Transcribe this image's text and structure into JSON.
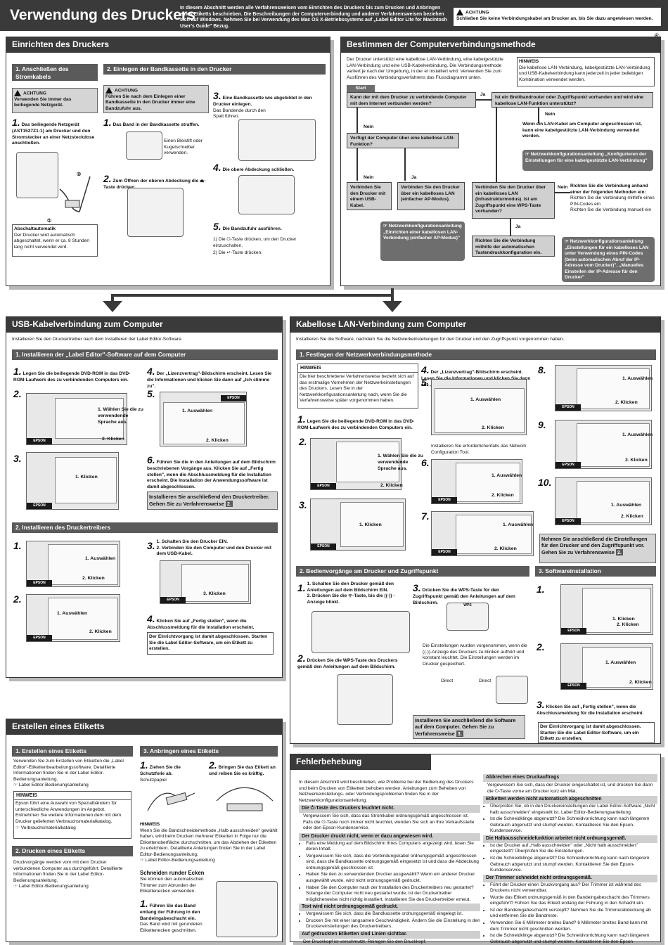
{
  "header": {
    "title": "Verwendung des Druckers",
    "intro": "In diesem Abschnitt werden alle Verfahrensweisen vom Einrichten des Druckers bis zum Drucken und Anbringen eines Etiketts beschrieben. Die Beschreibungen der Computerverbindung und anderer Verfahrensweisen beziehen sich auf Windows. Nehmen Sie bei Verwendung des Mac OS X-Betriebssystems auf „Label Editor Lite for Macintosh User's Guide\" Bezug.",
    "warning_title": "ACHTUNG",
    "warning_text": "Schließen Sie keine Verbindungskabel am Drucker an, bis Sie dazu angewiesen werden.",
    "page_marker": "⑥"
  },
  "setup": {
    "title": "Einrichten des Druckers",
    "sub1": "1. Anschließen des Stromkabels",
    "sub1_warn_title": "ACHTUNG",
    "sub1_warn_text": "Verwenden Sie immer das beiliegende Netzgerät.",
    "sub1_step": "Das beiliegende Netzgerät (AST1527Z1-1) am Drucker und den Stromstecker an einer Netzsteckdose anschließen.",
    "sub1_num": "1.",
    "callout_1": "①",
    "callout_2": "②",
    "auto_off_title": "Abschaltautomatik",
    "auto_off_text": "Der Drucker wird automatisch abgeschaltet, wenn er ca. 8 Stunden lang nicht verwendet wird.",
    "sub2": "2. Einlegen der Bandkassette in den Drucker",
    "sub2_warn_title": "ACHTUNG",
    "sub2_warn_text": "Führen Sie nach dem Einlegen einer Bandkassette in den Drucker immer eine Bandzufuhr aus.",
    "s1_num": "1.",
    "s1": "Das Band in der Bandkassette straffen.",
    "s1_note": "Einen Bleistift oder Kugelschreiber verwenden.",
    "s2_num": "2.",
    "s2": "Zum Öffnen der oberen Abdeckung die ⏏-Taste drücken.",
    "s3_num": "3.",
    "s3": "Eine Bandkassette wie abgebildet in den Drucker einlegen.",
    "s3_note": "Das Bandende durch den Spalt führen.",
    "s4_num": "4.",
    "s4": "Die obere Abdeckung schließen.",
    "s5_num": "5.",
    "s5": "Die Bandzufuhr ausführen.",
    "s5_1": "1) Die ⏻-Taste drücken, um den Drucker einzuschalten.",
    "s5_2": "2) Die ↵-Taste drücken."
  },
  "connect": {
    "title": "Bestimmen der Computerverbindungsmethode",
    "intro": "Der Drucker unterstützt eine kabellose LAN-Verbindung, eine kabelgestützte LAN-Verbindung und eine USB-Kabelverbindung. Die Verbindungsmethode variiert je nach der Umgebung, in der er installiert wird. Verwenden Sie zum Ausführen des Verbindungsverfahrens das Flussdiagramm unten.",
    "hint_title": "HINWEIS",
    "hint_text": "Die kabellose LAN-Verbindung, kabelgestützte LAN-Verbindung und USB-Kabelverbindung kann jederzeit in jeder beliebigen Kombination verwendet werden.",
    "start": "Start",
    "q1": "Kann der mit dem Drucker zu verbindende Computer mit dem Internet verbunden werden?",
    "ja1": "Ja",
    "q2": "Ist ein Breitbandrouter oder Zugriffspunkt vorhanden und wird eine kabellose LAN-Funktion unterstützt?",
    "nein1": "Nein",
    "q3": "Verfügt der Computer über eine kabellose LAN-Funktion?",
    "nein2": "Nein",
    "lan_wired": "Wenn ein LAN-Kabel am Computer angeschlossen ist, kann eine kabelgestützte LAN-Verbindung verwendet werden.",
    "ref_wired": "Netzwerkkonfigurationsanleitung „Konfigurieren der Einstellungen für eine kabelgestützte LAN-Verbindung\"",
    "nein3": "Nein",
    "ja2": "Ja",
    "usb": "Verbinden Sie den Drucker mit einem USB-Kabel.",
    "ap_mode": "Verbinden Sie den Drucker über ein kabelloses LAN (einfacher AP-Modus).",
    "ref_ap": "Netzwerkkonfigurationsanleitung „Einrichten einer kabellosen LAN-Verbindung (einfacher AP-Modus)\"",
    "infra": "Verbinden Sie den Drucker über ein kabelloses LAN (Infrastrukturmodus). Ist am Zugriffspunkt eine WPS-Taste vorhanden?",
    "nein4": "Nein",
    "manual": "Richten Sie die Verbindung anhand einer der folgenden Methoden ein:",
    "manual_1": "Richten Sie die Verbindung mithilfe eines PIN-Codes ein",
    "manual_2": "Richten Sie die Verbindung manuell ein",
    "ja3": "Ja",
    "wps": "Richten Sie die Verbindung mithilfe der automatischen Tastendruckkonfiguration ein.",
    "ref_pin": "Netzwerkkonfigurationsanleitung „Einstellungen für ein kabelloses LAN unter Verwendung eines PIN-Codes (beim automatischen Abruf der IP-Adresse vom Drucker)\", „Manuelles Einstellen der IP-Adresse für den Drucker\""
  },
  "usb": {
    "title": "USB-Kabelverbindung zum Computer",
    "intro": "Installieren Sie den Druckertreiber nach dem Installieren der Label Editor-Software.",
    "sub1": "1. Installieren der „Label Editor\"-Software auf dem Computer",
    "s1_num": "1.",
    "s1": "Legen Sie die beiliegende DVD-ROM in das DVD-ROM-Laufwerk des zu verbindenden Computers ein.",
    "s2_num": "2.",
    "s2_c1": "1. Wählen Sie die zu verwendende Sprache aus.",
    "s2_c2": "2. Klicken",
    "s3_num": "3.",
    "s3_c1": "1. Klicken",
    "s4_num": "4.",
    "s4": "Der „Lizenzvertrag\"-Bildschirm erscheint. Lesen Sie die Informationen und klicken Sie dann auf „Ich stimme zu\".",
    "s5_num": "5.",
    "s5_c1": "1. Auswählen",
    "s5_c2": "2. Klicken",
    "s6_num": "6.",
    "s6": "Führen Sie die in den Anleitungen auf dem Bildschirm beschriebenen Vorgänge aus. Klicken Sie auf „Fertig stellen\", wenn die Abschlussmeldung für die Installation erscheint. Die Installation der Anwendungssoftware ist damit abgeschlossen.",
    "s6_box": "Installieren Sie anschließend den Druckertreiber. Gehen Sie zu Verfahrensweise",
    "s6_box_num": "2.",
    "sub2": "2. Installieren des Druckertreibers",
    "d1_num": "1.",
    "d1_c1": "1. Auswählen",
    "d1_c2": "2. Klicken",
    "d2_num": "2.",
    "d2_c1": "1. Auswählen",
    "d2_c2": "2. Klicken",
    "d3_num": "3.",
    "d3_1": "1. Schalten Sie den Drucker EIN.",
    "d3_2": "2. Verbinden Sie den Computer und den Drucker mit dem USB-Kabel.",
    "d3_c": "3. Klicken",
    "d4_num": "4.",
    "d4": "Klicken Sie auf „Fertig stellen\", wenn die Abschlussmeldung für die Installation erscheint.",
    "done": "Der Einrichtvorgang ist damit abgeschlossen. Starten Sie die Label Editor-Software, um ein Etikett zu erstellen."
  },
  "wlan": {
    "title": "Kabellose LAN-Verbindung zum Computer",
    "intro": "Installieren Sie die Software, nachdem Sie die Netzwerkeinstellungen für den Drucker und den Zugriffspunkt vorgenommen haben.",
    "sub1": "1. Festlegen der Netzwerkverbindungsmethode",
    "hint_title": "HINWEIS",
    "hint_text": "Die hier beschriebene Verfahrensweise bezieht sich auf das erstmalige Vornehmen der Netzwerkeinstellungen des Druckers. Lesen Sie in der Netzwerkkonfigurationsanleitung nach, wenn Sie die Verfahrensweise später vorgenommen haben.",
    "s1_num": "1.",
    "s1": "Legen Sie die beiliegende DVD-ROM in das DVD-ROM-Laufwerk des zu verbindenden Computers ein.",
    "s2_num": "2.",
    "s2_c1": "1. Wählen Sie die zu verwendende Sprache aus.",
    "s2_c2": "2. Klicken",
    "s3_num": "3.",
    "s3_c1": "1. Klicken",
    "s4_num": "4.",
    "s4": "Der „Lizenzvertrag\"-Bildschirm erscheint. Lesen Sie die Informationen und klicken Sie dann auf „Ich stimme zu\".",
    "s5_num": "5.",
    "s5_c1": "1. Auswählen",
    "s5_c2": "2. Klicken",
    "s5_note": "Installieren Sie erforderlichenfalls das Network Configuration Tool.",
    "s6_num": "6.",
    "s6_c1": "1. Auswählen",
    "s6_c2": "2. Klicken",
    "s7_num": "7.",
    "s7_c1": "1. Auswählen",
    "s7_c2": "2. Klicken",
    "s8_num": "8.",
    "s8_c1": "1. Auswählen",
    "s8_c2": "2. Klicken",
    "s9_num": "9.",
    "s9_c1": "1. Auswählen",
    "s9_c2": "2. Klicken",
    "s10_num": "10.",
    "s10_c1": "1. Auswählen",
    "s10_c2": "2. Klicken",
    "next_box": "Nehmen Sie anschließend die Einstellungen für den Drucker und den Zugriffspunkt vor. Gehen Sie zu Verfahrensweise",
    "next_box_num": "2.",
    "sub2": "2. Bedienvorgänge am Drucker und Zugriffspunkt",
    "o1_num": "1.",
    "o1_1": "1. Schalten Sie den Drucker gemäß den Anleitungen auf dem Bildschirm EIN.",
    "o1_2": "2. Drücken Sie die ᯤ-Taste, bis die ((·)) -Anzeige blinkt.",
    "o2_num": "2.",
    "o2": "Drücken Sie die WPS-Taste des Druckers gemäß den Anleitungen auf dem Bildschirm.",
    "o3_num": "3.",
    "o3": "Drücken Sie die WPS-Taste für den Zugriffspunkt gemäß den Anleitungen auf dem Bildschirm.",
    "o3_wps": "WPS",
    "o3_note": "Die Einstellungen wurden vorgenommen, wenn die ((·))-Anzeige des Druckers zu blinken aufhört und konstant leuchtet. Die Einstellungen werden im Drucker gespeichert.",
    "direct_1": "Direct",
    "direct_2": "Direct",
    "o_box": "Installieren Sie anschließend die Software auf dem Computer. Gehen Sie zu Verfahrensweise",
    "o_box_num": "3.",
    "sub3": "3. Softwareinstallation",
    "i1_num": "1.",
    "i1_c1": "1. Klicken",
    "i1_c2": "2. Klicken",
    "i2_num": "2.",
    "i2_c1": "1. Auswählen",
    "i2_c2": "2. Klicken",
    "i3_num": "3.",
    "i3": "Klicken Sie auf „Fertig stellen\", wenn die Abschlussmeldung für die Installation erscheint.",
    "done": "Der Einrichtvorgang ist damit abgeschlossen. Starten Sie die Label Editor-Software, um ein Etikett zu erstellen."
  },
  "label": {
    "title": "Erstellen eines Etiketts",
    "sub1": "1. Erstellen eines Etiketts",
    "sub1_text": "Verwenden Sie zum Erstellen von Etiketten die „Label Editor\"-Etikettenbearbeitungssoftware. Detaillierte Informationen finden Sie in der Label Editor-Bedienungsanleitung.",
    "sub1_ref": "Label Editor-Bedienungsanleitung",
    "hint_title": "HINWEIS",
    "hint_text": "Epson führt eine Auswahl von Spezialbändern für unterschiedliche Anwendungen im Angebot. Entnehmen Sie weitere Informationen dem mit dem Drucker gelieferten Verbrauchsmaterialkatalog.",
    "hint_ref": "Verbrauchsmaterialkatalog",
    "sub2": "2. Drucken eines Etiketts",
    "sub2_text": "Druckvorgänge werden vom mit dem Drucker verbundenen Computer aus durchgeführt. Detaillierte Informationen finden Sie in der Label Editor-Bedienungsanleitung.",
    "sub2_ref": "Label Editor-Bedienungsanleitung",
    "sub3": "3. Anbringen eines Etiketts",
    "a1_num": "1.",
    "a1": "Ziehen Sie die Schutzfolie ab.",
    "a1_note": "Schutzpapier",
    "a2_num": "2.",
    "a2": "Bringen Sie das Etikett an und reiben Sie es kräftig.",
    "hint2_title": "HINWEIS",
    "hint2_text": "Wenn Sie die Bandschneidemethode „Halb ausschneiden\" gewählt haben, wird beim Drucken mehrerer Etiketten in Folge nur die Etikettenoberfläche durchschnitten, um das Abziehen der Etiketten zu erleichtern. Detaillierte Anleitungen finden Sie in der Label Editor-Bedienungsanleitung.",
    "hint2_ref": "Label Editor-Bedienungsanleitung",
    "round_title": "Schneiden runder Ecken",
    "round_text": "Sie können den automatischen Trimmer zum Abrunden der Etikettenecken verwenden.",
    "round_num": "1.",
    "round_step": "Führen Sie das Band entlang der Führung in den Bandeingabeschacht ein.",
    "round_note": "Das Band wird mit gerundeten Etikettenecken geschnitten."
  },
  "trouble": {
    "title": "Fehlerbehebung",
    "intro": "In diesem Abschnitt wird beschrieben, wie Probleme bei der Bedienung des Druckers und beim Drucken von Etiketten behoben werden. Anleitungen zum Beheben von Netzwerkeinstellungs- oder Verbindungsproblemen finden Sie in der Netzwerkkonfigurationsanleitung.",
    "h1": "Die ⏻-Taste des Druckers leuchtet nicht.",
    "t1": "Vergewissern Sie sich, dass das Stromkabel ordnungsgemäß angeschlossen ist. Falls die ⏻-Taste noch immer nicht leuchtet, wenden Sie sich an Ihre Verkaufsstelle oder den Epson-Kundenservice.",
    "h2": "Der Drucker druckt nicht, wenn er dazu angewiesen wird.",
    "l2": [
      "Falls eine Meldung auf dem Bildschirm Ihres Computers angezeigt wird, lesen Sie deren Inhalt.",
      "Vergewissern Sie sich, dass die Verbindungskabel ordnungsgemäß angeschlossen sind, dass die Bandkassette ordnungsgemäß eingesetzt ist und dass die Abdeckung ordnungsgemäß geschlossen ist.",
      "Haben Sie den zu verwendenden Drucker ausgewählt? Wenn ein anderer Drucker ausgewählt wurde, wird nicht ordnungsgemäß gedruckt.",
      "Haben Sie den Computer nach der Installation des Druckertreibers neu gestartet? Solange der Computer nicht neu gestartet wurde, ist der Druckertreiber möglicherweise nicht richtig installiert. Installieren Sie den Druckertreiber erneut."
    ],
    "h3": "Text wird nicht ordnungsgemäß gedruckt.",
    "l3": [
      "Vergewissern Sie sich, dass die Bandkassette ordnungsgemäß eingelegt ist.",
      "Drucken Sie mit einer langsamen Geschwindigkeit. Ändern Sie die Einstellung in den Druckereinstellungen des Druckertreibers."
    ],
    "h4": "Auf gedruckten Etiketten sind Linien sichtbar.",
    "t4": "Der Druckkopf ist verschmutzt. Reinigen Sie den Druckkopf.",
    "h5": "Abbrechen eines Druckauftrags",
    "t5": "Vergewissern Sie sich, dass der Drucker eingeschaltet ist, und drücken Sie dann die ⏻-Taste vorne am Drucker kurz ein Mal.",
    "h6": "Etiketten werden nicht automatisch abgeschnitten",
    "l6": [
      "Überprüfen Sie, ob in den Druckereinstellungen der Label Editor-Software „Nicht halb ausschneiden\" eingestellt ist. Label Editor-Bedienungsanleitung",
      "Ist die Schneidklinge abgenutzt? Die Schneidvorrichtung kann nach längerem Gebrauch abgenutzt und stumpf werden. Kontaktieren Sie den Epson-Kundenservice."
    ],
    "h7": "Die Halbausschneidefunktion arbeitet nicht ordnungsgemäß.",
    "l7": [
      "Ist der Drucker auf „Halb ausschneiden\" oder „Nicht halb ausschneiden\" eingestellt? Überprüfen Sie die Einstellungen.",
      "Ist die Schneidklinge abgenutzt? Die Schneidvorrichtung kann nach längerem Gebrauch abgenutzt und stumpf werden. Kontaktieren Sie den Epson-Kundenservice."
    ],
    "h8": "Der Trimmer schneidet nicht ordnungsgemäß.",
    "l8": [
      "Führt der Drucker einen Druckvorgang aus? Der Trimmer ist während des Druckens nicht verwendbar.",
      "Wurde das Etikett ordnungsgemäß in den Bandeingabeschacht des Trimmers eingeführt? Führen Sie das Etikett entlang der Führung in den Schacht ein.",
      "Ist der Bandeingabeschacht verstopft? Nehmen Sie die Trimmerabdeckung ab und entfernen Sie die Bandreste.",
      "Verwenden Sie 6 Millimeter breites Band? 6 Millimeter breites Band kann mit dem Trimmer nicht geschnitten werden.",
      "Ist die Schneidklinge abgenutzt? Die Schneidvorrichtung kann nach längerem Gebrauch abgenutzt und stumpf werden. Kontaktieren Sie den Epson-Kundenservice."
    ]
  },
  "epson": "EPSON",
  "icons": {
    "warning": "warning-icon",
    "reference": "book-reference-icon",
    "flow_arrow": "arrow-down-icon"
  },
  "colors": {
    "header_bg": "#3a3a3a",
    "subheader_bg": "#5a5a5a",
    "box_gray": "#d5d5d5",
    "flow_dark": "#6e6e6e"
  }
}
